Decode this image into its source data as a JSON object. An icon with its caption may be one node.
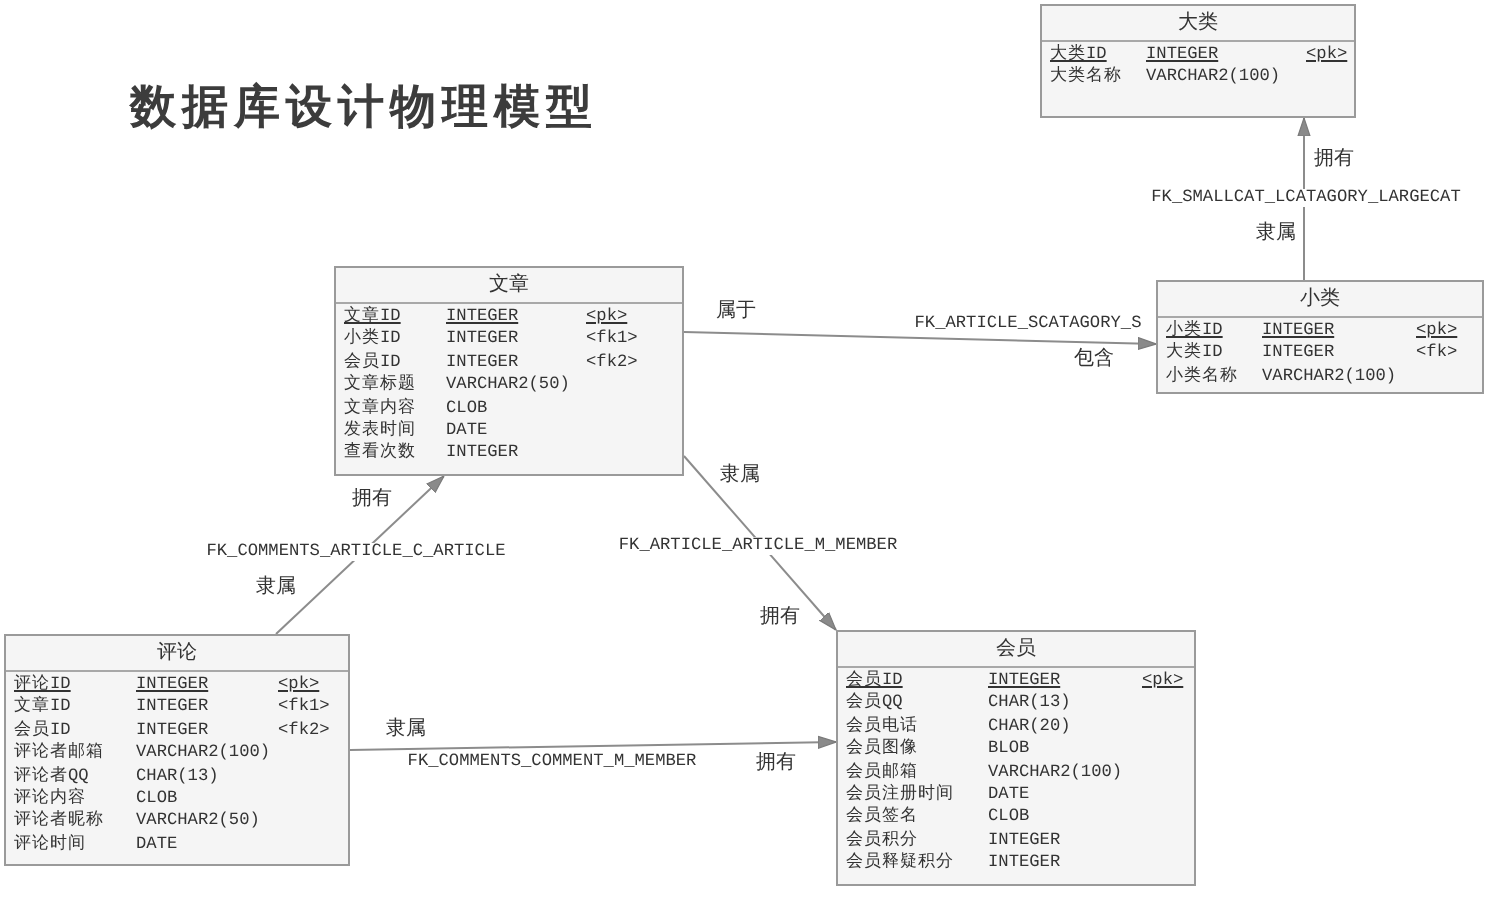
{
  "diagram": {
    "title": "数据库设计物理模型",
    "nodes": [
      {
        "text": [
          "大类",
          "大类ID",
          "INTEGER",
          "<pk>",
          "大类名称",
          "VARCHAR2(100)"
        ]
      },
      {
        "text": [
          "文章",
          "文章ID",
          "INTEGER",
          "<pk>",
          "小类ID",
          "INTEGER",
          "<fk1>",
          "会员ID",
          "INTEGER",
          "<fk2>",
          "文章标题",
          "VARCHAR2(50)",
          "文章内容",
          "CLOB",
          "发表时间",
          "DATE",
          "查看次数",
          "INTEGER"
        ]
      },
      {
        "text": [
          "小类",
          "小类ID",
          "INTEGER",
          "<pk>",
          "大类ID",
          "INTEGER",
          "<fk>",
          "小类名称",
          "VARCHAR2(100)"
        ]
      },
      {
        "text": [
          "评论",
          "评论ID",
          "INTEGER",
          "<pk>",
          "文章ID",
          "INTEGER",
          "<fk1>",
          "会员ID",
          "INTEGER",
          "<fk2>",
          "评论者邮箱",
          "VARCHAR2(100)",
          "评论者QQ",
          "CHAR(13)",
          "评论内容",
          "CLOB",
          "评论者昵称",
          "VARCHAR2(50)",
          "评论时间",
          "DATE"
        ]
      },
      {
        "text": [
          "会员",
          "会员ID",
          "INTEGER",
          "<pk>",
          "会员QQ",
          "CHAR(13)",
          "会员电话",
          "CHAR(20)",
          "会员图像",
          "BLOB",
          "会员邮箱",
          "VARCHAR2(100)",
          "会员注册时间",
          "DATE",
          "会员签名",
          "CLOB",
          "会员积分",
          "INTEGER",
          "会员释疑积分",
          "INTEGER"
        ]
      }
    ],
    "edges": [
      {
        "from": 2,
        "to": 0,
        "arrow": "to",
        "label": "FK_SMALLCAT_LCATAGORY_LARGECAT"
      },
      {
        "from": 1,
        "to": 2,
        "arrow": "to",
        "label": "FK_ARTICLE_SCATAGORY_S"
      },
      {
        "from": 3,
        "to": 1,
        "arrow": "to",
        "label": "FK_COMMENTS_ARTICLE_C_ARTICLE"
      },
      {
        "from": 1,
        "to": 4,
        "arrow": "to",
        "label": "FK_ARTICLE_ARTICLE_M_MEMBER"
      },
      {
        "from": 3,
        "to": 4,
        "arrow": "to",
        "label": "FK_COMMENTS_COMMENT_M_MEMBER"
      }
    ],
    "labels": [
      "拥有",
      "隶属",
      "属于",
      "包含",
      "隶属",
      "拥有",
      "隶属",
      "拥有",
      "隶属",
      "拥有"
    ]
  }
}
